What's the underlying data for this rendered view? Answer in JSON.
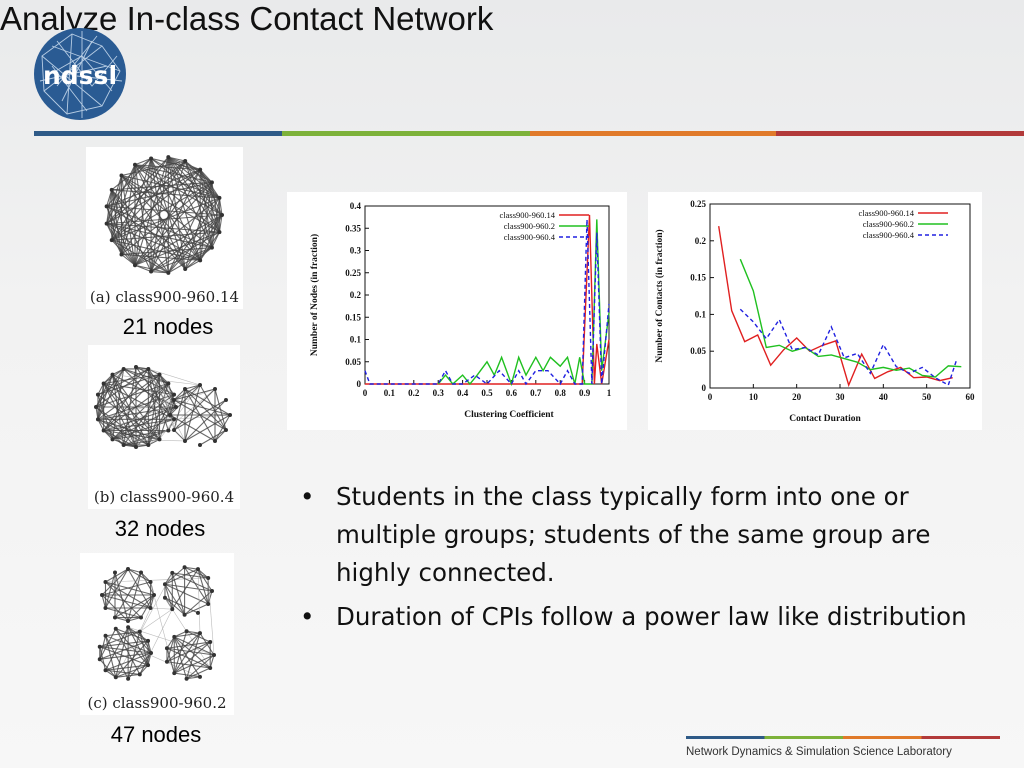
{
  "slide": {
    "title": "Analyze In-class Contact Network",
    "logo_text": "ndssl",
    "footer": "Network Dynamics & Simulation Science Laboratory",
    "rule_colors": [
      "#2e5a87",
      "#7db23a",
      "#e07a2a",
      "#b23a3a"
    ]
  },
  "networks": [
    {
      "caption": "(a) class900-960.14",
      "nodes_label": "21 nodes"
    },
    {
      "caption": "(b) class900-960.4",
      "nodes_label": "32 nodes"
    },
    {
      "caption": "(c) class900-960.2",
      "nodes_label": "47 nodes"
    }
  ],
  "bullets": [
    "Students in the class typically form into one or multiple groups; students of the same group are highly connected.",
    "Duration of CPIs follow a power law like distribution"
  ],
  "chart_data": [
    {
      "type": "line",
      "xlabel": "Clustering Coefficient",
      "ylabel": "Number of Nodes (in fraction)",
      "xlim": [
        0,
        1
      ],
      "ylim": [
        0,
        0.4
      ],
      "xticks": [
        "0",
        "0.1",
        "0.2",
        "0.3",
        "0.4",
        "0.5",
        "0.6",
        "0.7",
        "0.8",
        "0.9",
        "1"
      ],
      "yticks": [
        "0",
        "0.05",
        "0.1",
        "0.15",
        "0.2",
        "0.25",
        "0.3",
        "0.35",
        "0.4"
      ],
      "legend_position": "top-right",
      "series": [
        {
          "name": "class900-960.14",
          "color": "#e02020",
          "dash": "",
          "x": [
            0.0,
            0.88,
            0.89,
            0.92,
            0.94,
            0.95,
            0.97,
            1.0
          ],
          "y": [
            0.0,
            0.0,
            0.0,
            0.38,
            0.0,
            0.09,
            0.0,
            0.1
          ]
        },
        {
          "name": "class900-960.2",
          "color": "#20c020",
          "dash": "",
          "x": [
            0.3,
            0.33,
            0.36,
            0.4,
            0.43,
            0.46,
            0.5,
            0.53,
            0.56,
            0.6,
            0.63,
            0.66,
            0.7,
            0.73,
            0.76,
            0.8,
            0.83,
            0.86,
            0.88,
            0.9,
            0.93,
            0.95,
            0.97,
            1.0
          ],
          "y": [
            0.0,
            0.02,
            0.0,
            0.02,
            0.0,
            0.02,
            0.05,
            0.02,
            0.06,
            0.0,
            0.06,
            0.02,
            0.06,
            0.03,
            0.06,
            0.04,
            0.06,
            0.0,
            0.06,
            0.0,
            0.0,
            0.37,
            0.03,
            0.16
          ]
        },
        {
          "name": "class900-960.4",
          "color": "#2020e0",
          "dash": "4,3",
          "x": [
            0.0,
            0.02,
            0.05,
            0.3,
            0.33,
            0.36,
            0.4,
            0.45,
            0.5,
            0.55,
            0.6,
            0.63,
            0.66,
            0.7,
            0.75,
            0.8,
            0.83,
            0.86,
            0.89,
            0.91,
            0.93,
            0.95,
            0.97,
            1.0
          ],
          "y": [
            0.03,
            0.0,
            0.0,
            0.0,
            0.03,
            0.0,
            0.0,
            0.02,
            0.0,
            0.03,
            0.0,
            0.03,
            0.0,
            0.03,
            0.03,
            0.0,
            0.03,
            0.0,
            0.0,
            0.37,
            0.0,
            0.34,
            0.0,
            0.18
          ]
        }
      ]
    },
    {
      "type": "line",
      "xlabel": "Contact Duration",
      "ylabel": "Number of Contacts (in fraction)",
      "xlim": [
        0,
        60
      ],
      "ylim": [
        0,
        0.25
      ],
      "xticks": [
        "0",
        "10",
        "20",
        "30",
        "40",
        "50",
        "60"
      ],
      "yticks": [
        "0",
        "0.05",
        "0.1",
        "0.15",
        "0.2",
        "0.25"
      ],
      "legend_position": "top-right",
      "series": [
        {
          "name": "class900-960.14",
          "color": "#e02020",
          "dash": "",
          "x": [
            2,
            5,
            8,
            11,
            14,
            17,
            20,
            23,
            26,
            29,
            32,
            35,
            38,
            41,
            44,
            47,
            50,
            53,
            56
          ],
          "y": [
            0.22,
            0.105,
            0.063,
            0.072,
            0.031,
            0.052,
            0.068,
            0.05,
            0.058,
            0.064,
            0.004,
            0.046,
            0.013,
            0.022,
            0.028,
            0.014,
            0.015,
            0.01,
            0.014
          ]
        },
        {
          "name": "class900-960.2",
          "color": "#20c020",
          "dash": "",
          "x": [
            7,
            10,
            13,
            16,
            19,
            22,
            25,
            28,
            31,
            34,
            37,
            40,
            43,
            46,
            49,
            52,
            55,
            58
          ],
          "y": [
            0.175,
            0.132,
            0.055,
            0.058,
            0.05,
            0.055,
            0.043,
            0.045,
            0.04,
            0.035,
            0.025,
            0.028,
            0.024,
            0.027,
            0.017,
            0.015,
            0.03,
            0.029
          ]
        },
        {
          "name": "class900-960.4",
          "color": "#2020e0",
          "dash": "4,3",
          "x": [
            7,
            10,
            13,
            16,
            19,
            22,
            25,
            28,
            31,
            34,
            37,
            40,
            43,
            46,
            49,
            52,
            55,
            57
          ],
          "y": [
            0.107,
            0.09,
            0.067,
            0.093,
            0.052,
            0.055,
            0.045,
            0.083,
            0.041,
            0.047,
            0.02,
            0.059,
            0.029,
            0.02,
            0.028,
            0.014,
            0.004,
            0.04
          ]
        }
      ]
    }
  ]
}
